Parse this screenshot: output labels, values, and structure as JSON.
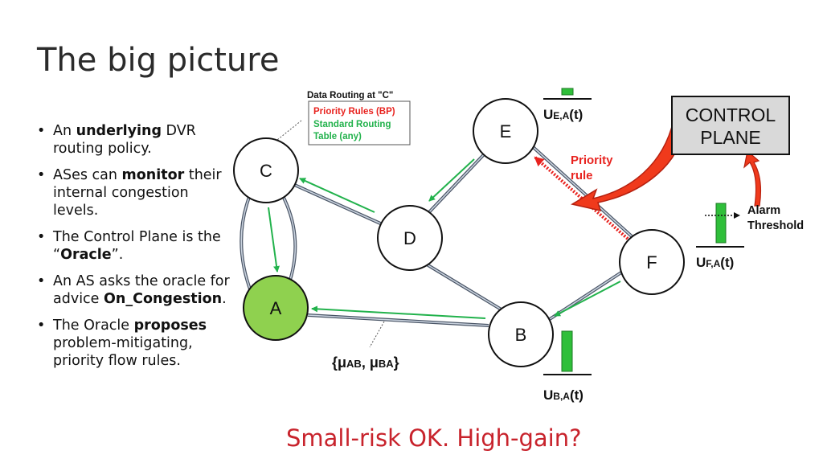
{
  "slide": {
    "title": "The big picture",
    "caption": "Small-risk OK. High-gain?"
  },
  "bullets": [
    {
      "parts": [
        {
          "t": "An "
        },
        {
          "t": "underlying",
          "b": true
        },
        {
          "t": " DVR routing policy."
        }
      ]
    },
    {
      "parts": [
        {
          "t": "ASes can "
        },
        {
          "t": "monitor",
          "b": true
        },
        {
          "t": " their internal congestion levels."
        }
      ]
    },
    {
      "parts": [
        {
          "t": "The Control Plane is the “"
        },
        {
          "t": "Oracle",
          "b": true
        },
        {
          "t": "”."
        }
      ]
    },
    {
      "parts": [
        {
          "t": "An AS asks the oracle for advice "
        },
        {
          "t": "On_Congestion",
          "b": true
        },
        {
          "t": "."
        }
      ]
    },
    {
      "parts": [
        {
          "t": "The Oracle "
        },
        {
          "t": "proposes",
          "b": true
        },
        {
          "t": " problem-mitigating, priority flow rules."
        }
      ]
    }
  ],
  "diagram": {
    "nodes": {
      "a": "A",
      "b": "B",
      "c": "C",
      "d": "D",
      "e": "E",
      "f": "F"
    },
    "routing_box": {
      "title": "Data Routing at \"C\"",
      "line1": "Priority Rules (BP)",
      "line2": "Standard Routing",
      "line3": "Table (any)"
    },
    "control_plane": {
      "line1": "CONTROL",
      "line2": "PLANE"
    },
    "priority_rule": {
      "line1": "Priority",
      "line2": "rule"
    },
    "alarm": {
      "line1": "Alarm",
      "line2": "Threshold"
    },
    "utilization": {
      "ue": {
        "main": "U",
        "sub": "E,A",
        "tail": "(t)"
      },
      "uf": {
        "main": "U",
        "sub": "F,A",
        "tail": "(t)"
      },
      "ub": {
        "main": "U",
        "sub": "B,A",
        "tail": "(t)"
      }
    },
    "mu_label": {
      "open": "{μ",
      "sub1": "AB",
      "mid": ", μ",
      "sub2": "BA",
      "close": "}"
    }
  },
  "colors": {
    "node_a_fill": "#8fd14f",
    "flow_green": "#22b24c",
    "bar_green": "#2fbf3a",
    "priority_red": "#e8231f",
    "control_plane_fill": "#d9d9d9",
    "caption_red": "#c8232c",
    "link_gray": "#7f8a99"
  }
}
